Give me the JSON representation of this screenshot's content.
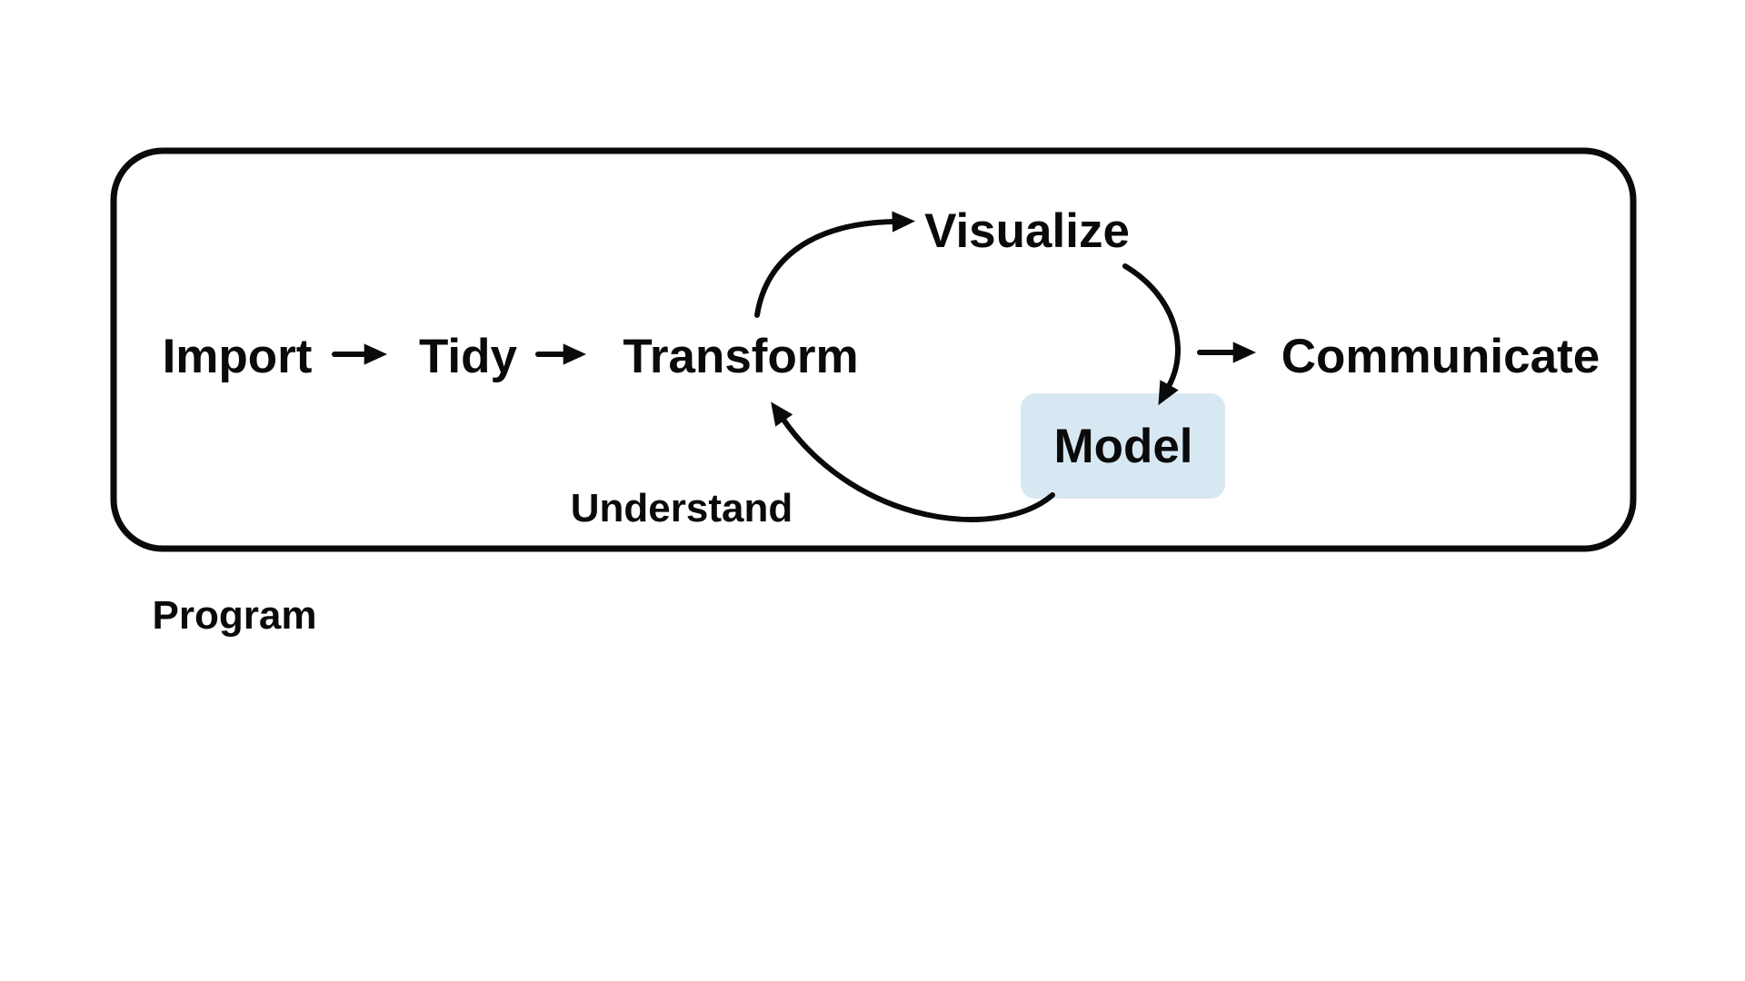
{
  "diagram": {
    "nodes": {
      "import": "Import",
      "tidy": "Tidy",
      "transform": "Transform",
      "visualize": "Visualize",
      "model": "Model",
      "communicate": "Communicate"
    },
    "annotations": {
      "understand": "Understand",
      "program": "Program"
    },
    "colors": {
      "model_box_fill": "#d8e8f3",
      "line": "#0a0a0a",
      "text": "#0a0a0a",
      "background": "#ffffff"
    }
  }
}
